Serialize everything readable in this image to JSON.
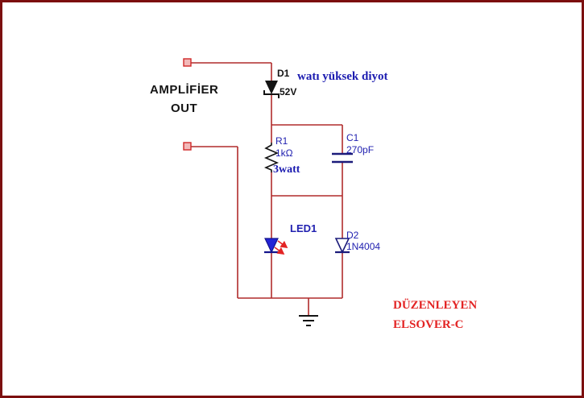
{
  "annotations": {
    "amplifier_out": [
      "AMPLİFİER",
      "OUT"
    ],
    "credit": [
      "DÜZENLEYEN",
      "ELSOVER-C"
    ]
  },
  "components": {
    "d1": {
      "ref": "D1",
      "value": "52V",
      "note": "watı yüksek diyot"
    },
    "r1": {
      "ref": "R1",
      "value": "1kΩ",
      "power": "3watt"
    },
    "c1": {
      "ref": "C1",
      "value": "270pF"
    },
    "led1": {
      "ref": "LED1"
    },
    "d2": {
      "ref": "D2",
      "value": "1N4004"
    }
  },
  "colors": {
    "wire": "#b12b2b",
    "border": "#7c0f0f",
    "component_outline": "#1b1b7a",
    "component_black": "#141414",
    "led_fill": "#2323d6",
    "label_blue": "#2121b0",
    "label_black": "#141414",
    "accent_red": "#e32424"
  }
}
